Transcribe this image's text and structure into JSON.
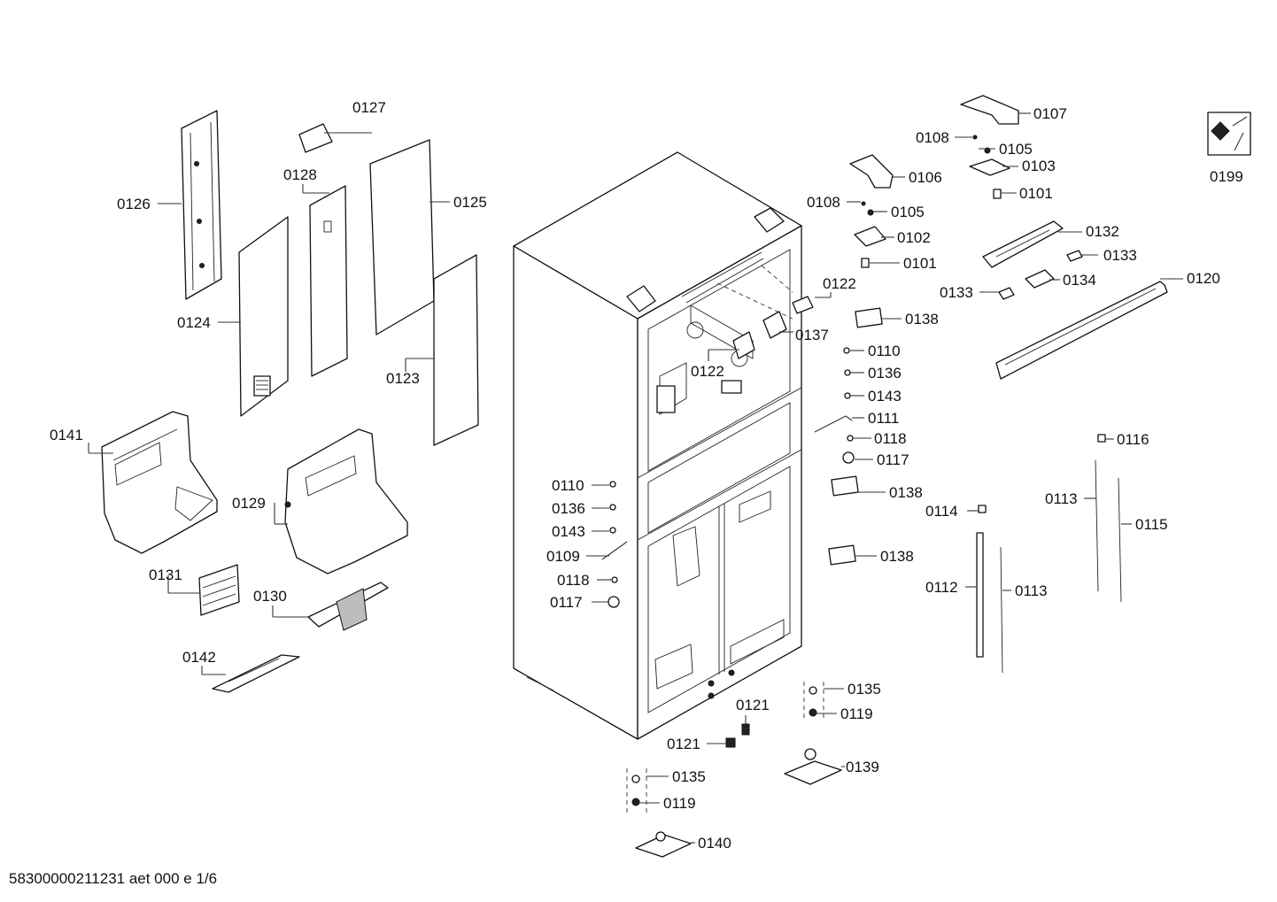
{
  "labels": {
    "p0101a": "0101",
    "p0101b": "0101",
    "p0102": "0102",
    "p0103": "0103",
    "p0105a": "0105",
    "p0105b": "0105",
    "p0106": "0106",
    "p0107": "0107",
    "p0108a": "0108",
    "p0108b": "0108",
    "p0109": "0109",
    "p0110a": "0110",
    "p0110b": "0110",
    "p0111": "0111",
    "p0112": "0112",
    "p0113a": "0113",
    "p0113b": "0113",
    "p0114": "0114",
    "p0115": "0115",
    "p0116": "0116",
    "p0117a": "0117",
    "p0117b": "0117",
    "p0118a": "0118",
    "p0118b": "0118",
    "p0119a": "0119",
    "p0119b": "0119",
    "p0120": "0120",
    "p0121a": "0121",
    "p0121b": "0121",
    "p0122a": "0122",
    "p0122b": "0122",
    "p0123": "0123",
    "p0124": "0124",
    "p0125": "0125",
    "p0126": "0126",
    "p0127": "0127",
    "p0128": "0128",
    "p0129": "0129",
    "p0130": "0130",
    "p0131": "0131",
    "p0132": "0132",
    "p0133a": "0133",
    "p0133b": "0133",
    "p0134": "0134",
    "p0135a": "0135",
    "p0135b": "0135",
    "p0136a": "0136",
    "p0136b": "0136",
    "p0137": "0137",
    "p0138a": "0138",
    "p0138b": "0138",
    "p0138c": "0138",
    "p0139": "0139",
    "p0140": "0140",
    "p0141": "0141",
    "p0142": "0142",
    "p0143a": "0143",
    "p0143b": "0143",
    "p0199": "0199"
  },
  "footer": {
    "document_id": "58300000211231 aet 000 e 1/6"
  },
  "icons": {
    "service": "wrench-icon"
  }
}
